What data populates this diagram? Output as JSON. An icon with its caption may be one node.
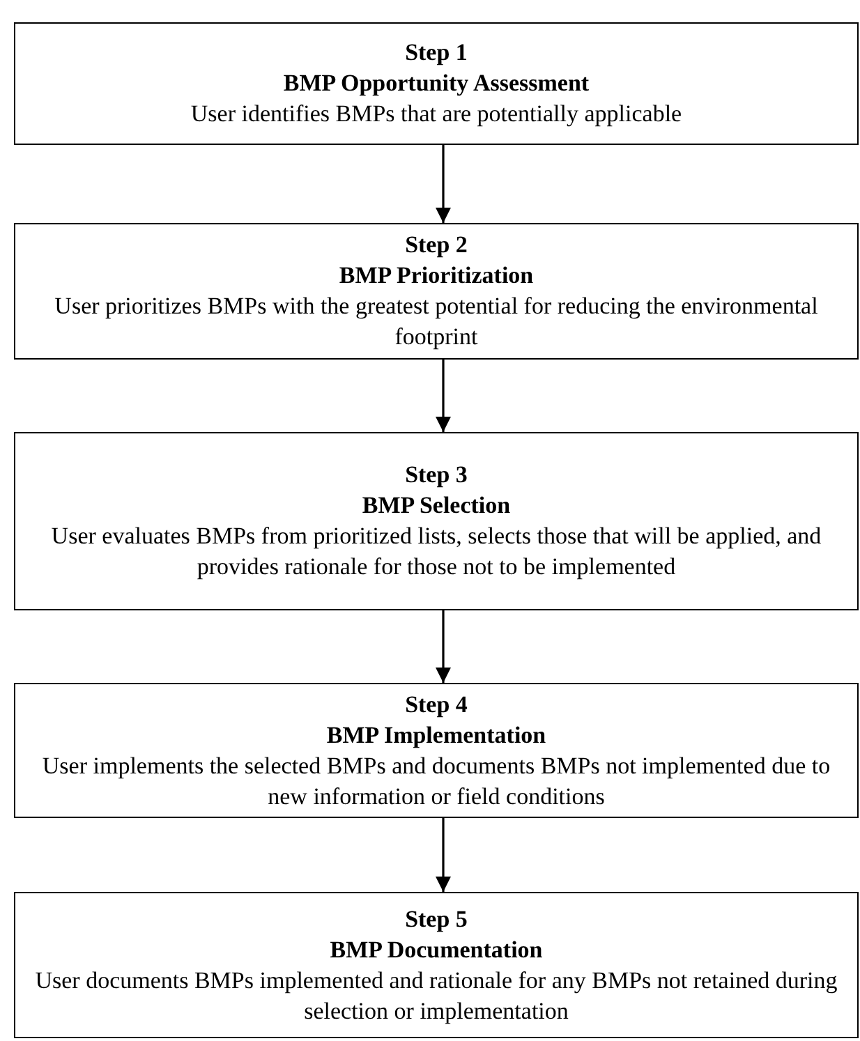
{
  "diagram": {
    "nodes": [
      {
        "text": [
          "Step 1",
          "BMP Opportunity Assessment",
          "User identifies BMPs that are potentially applicable"
        ]
      },
      {
        "text": [
          "Step 2",
          "BMP Prioritization",
          "User prioritizes BMPs with the greatest potential for reducing the environmental footprint"
        ]
      },
      {
        "text": [
          "Step 3",
          "BMP Selection",
          "User evaluates BMPs from prioritized lists, selects those that will be applied, and provides rationale for those not to be implemented"
        ]
      },
      {
        "text": [
          "Step 4",
          "BMP Implementation",
          "User implements the selected BMPs and documents BMPs not implemented due to new information or field conditions"
        ]
      },
      {
        "text": [
          "Step 5",
          "BMP Documentation",
          "User documents BMPs implemented and rationale for any BMPs not retained during selection or implementation"
        ]
      }
    ],
    "edges": [
      {
        "from": 0,
        "to": 1,
        "arrow": "to"
      },
      {
        "from": 1,
        "to": 2,
        "arrow": "to"
      },
      {
        "from": 2,
        "to": 3,
        "arrow": "to"
      },
      {
        "from": 3,
        "to": 4,
        "arrow": "to"
      }
    ]
  }
}
